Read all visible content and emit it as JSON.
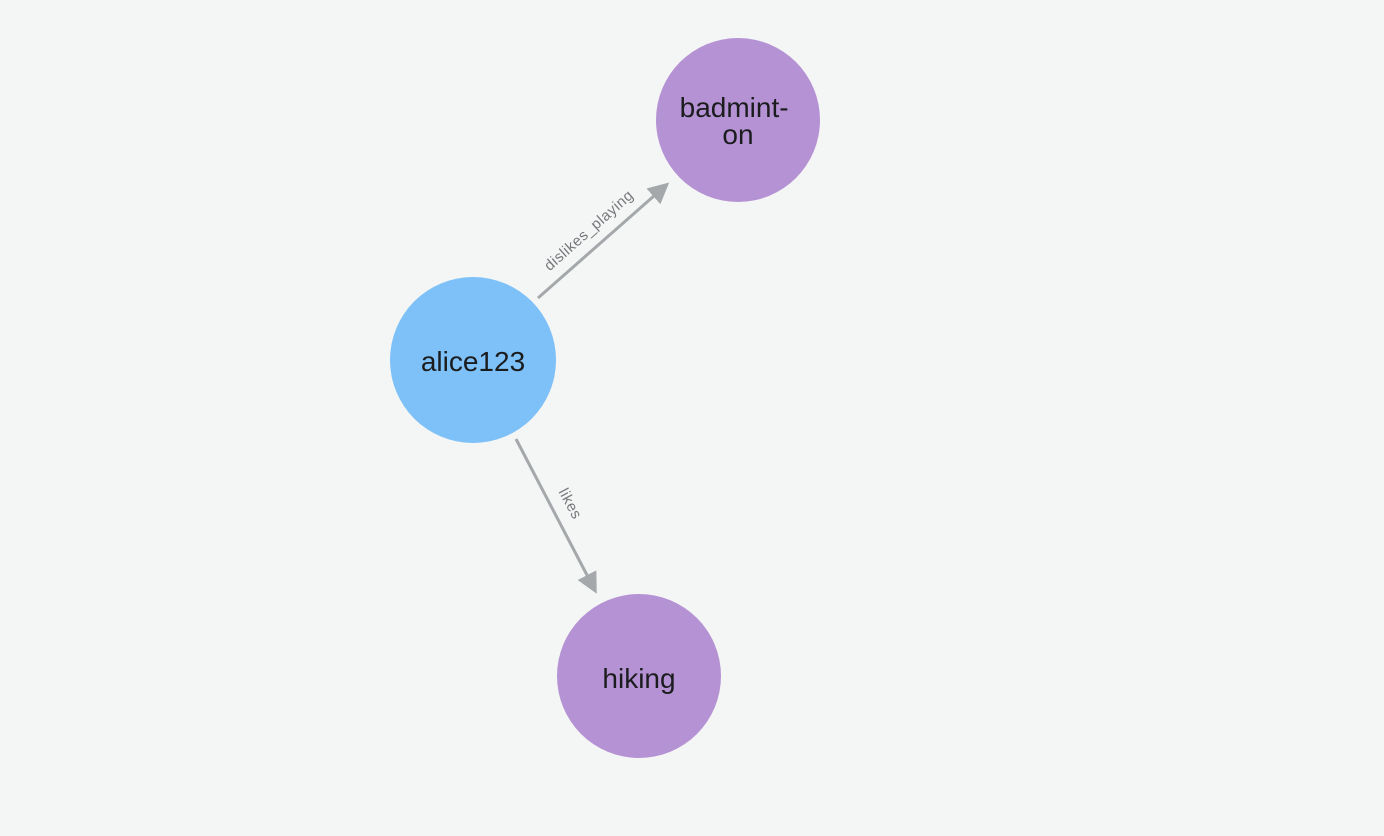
{
  "canvas": {
    "background": "#f4f5f5"
  },
  "graph": {
    "node_text_color": "#1b1c1e",
    "edge_color": "#a5a8ab",
    "edge_label_color": "#76797c",
    "nodes": [
      {
        "id": "alice123",
        "label": "alice123",
        "color": "#7dc1f8"
      },
      {
        "id": "badminton",
        "label": "badminton",
        "label_lines": [
          "badmint-",
          "on"
        ],
        "color": "#b592d4"
      },
      {
        "id": "hiking",
        "label": "hiking",
        "color": "#b592d4"
      }
    ],
    "edges": [
      {
        "from": "alice123",
        "to": "badminton",
        "label": "dislikes_playing"
      },
      {
        "from": "alice123",
        "to": "hiking",
        "label": "likes"
      }
    ]
  }
}
